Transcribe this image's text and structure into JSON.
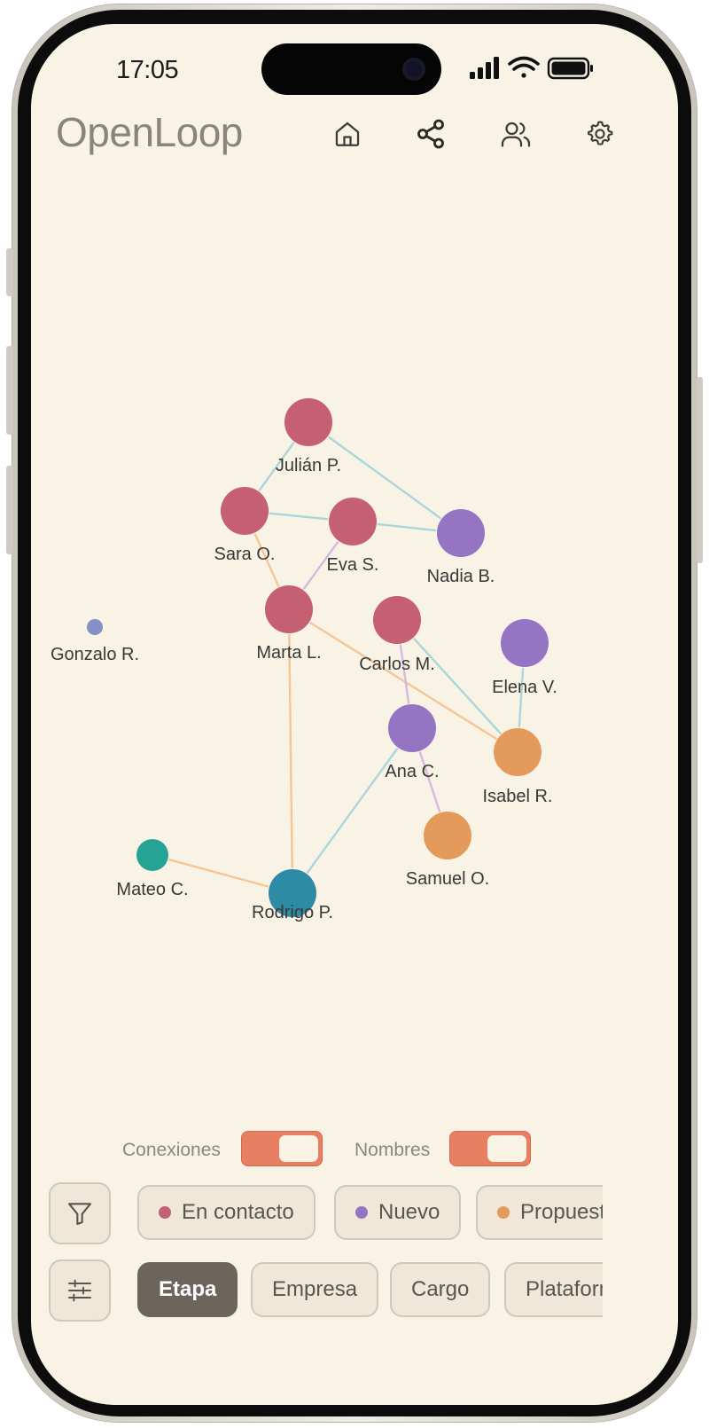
{
  "status_bar": {
    "time": "17:05"
  },
  "app": {
    "brand": "OpenLoop"
  },
  "nav": [
    {
      "icon": "home-icon"
    },
    {
      "icon": "share-icon"
    },
    {
      "icon": "users-icon"
    },
    {
      "icon": "gear-icon"
    }
  ],
  "stage_colors": {
    "en_contacto": "#c55f72",
    "nuevo": "#9674c4",
    "propuesta": "#e39a5b",
    "teal": "#25a495",
    "blue": "#2e8ba6",
    "slate": "#8590c4"
  },
  "nodes": [
    {
      "name": "Julián P.",
      "stage": "en_contacto"
    },
    {
      "name": "Sara O.",
      "stage": "en_contacto"
    },
    {
      "name": "Eva S.",
      "stage": "en_contacto"
    },
    {
      "name": "Nadia B.",
      "stage": "nuevo"
    },
    {
      "name": "Gonzalo R.",
      "stage": "slate"
    },
    {
      "name": "Marta L.",
      "stage": "en_contacto"
    },
    {
      "name": "Carlos M.",
      "stage": "en_contacto"
    },
    {
      "name": "Elena V.",
      "stage": "nuevo"
    },
    {
      "name": "Ana C.",
      "stage": "nuevo"
    },
    {
      "name": "Isabel R.",
      "stage": "propuesta"
    },
    {
      "name": "Samuel O.",
      "stage": "propuesta"
    },
    {
      "name": "Mateo C.",
      "stage": "teal"
    },
    {
      "name": "Rodrigo P.",
      "stage": "blue"
    }
  ],
  "edges": [
    {
      "from": "Julián P.",
      "to": "Sara O.",
      "color": "#a8d6dc"
    },
    {
      "from": "Julián P.",
      "to": "Nadia B.",
      "color": "#a8d6dc"
    },
    {
      "from": "Sara O.",
      "to": "Eva S.",
      "color": "#a8d6dc"
    },
    {
      "from": "Eva S.",
      "to": "Nadia B.",
      "color": "#a8d6dc"
    },
    {
      "from": "Sara O.",
      "to": "Marta L.",
      "color": "#f5c596"
    },
    {
      "from": "Eva S.",
      "to": "Marta L.",
      "color": "#d7b8e0"
    },
    {
      "from": "Marta L.",
      "to": "Isabel R.",
      "color": "#f5c596"
    },
    {
      "from": "Marta L.",
      "to": "Rodrigo P.",
      "color": "#f5c596"
    },
    {
      "from": "Carlos M.",
      "to": "Isabel R.",
      "color": "#a8d6dc"
    },
    {
      "from": "Carlos M.",
      "to": "Ana C.",
      "color": "#d7b8e0"
    },
    {
      "from": "Elena V.",
      "to": "Isabel R.",
      "color": "#a8d6dc"
    },
    {
      "from": "Ana C.",
      "to": "Samuel O.",
      "color": "#d7b8e0"
    },
    {
      "from": "Ana C.",
      "to": "Rodrigo P.",
      "color": "#a8d6dc"
    },
    {
      "from": "Mateo C.",
      "to": "Rodrigo P.",
      "color": "#f5c596"
    }
  ],
  "toggles": [
    {
      "label": "Conexiones",
      "on": true
    },
    {
      "label": "Nombres",
      "on": true
    }
  ],
  "filter_button": {
    "icon": "filter-icon"
  },
  "stage_chips": [
    {
      "label": "En contacto",
      "color": "#c55f72"
    },
    {
      "label": "Nuevo",
      "color": "#9674c4"
    },
    {
      "label": "Propuesta",
      "color": "#e39a5b"
    }
  ],
  "group_button": {
    "icon": "sliders-icon"
  },
  "group_chips": [
    {
      "label": "Etapa",
      "active": true
    },
    {
      "label": "Empresa",
      "active": false
    },
    {
      "label": "Cargo",
      "active": false
    },
    {
      "label": "Plataforma",
      "active": false
    }
  ]
}
